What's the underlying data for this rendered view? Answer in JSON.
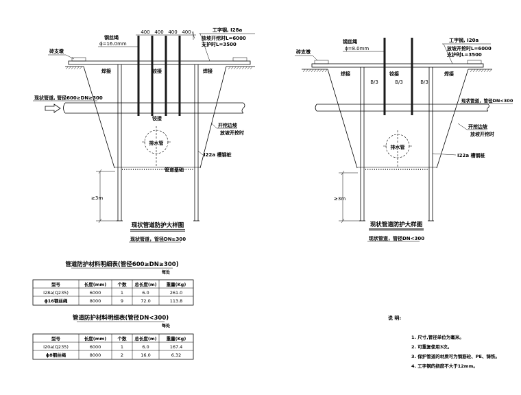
{
  "left": {
    "rope_label": "钢丝绳",
    "rope_dia": "ϕ=16.0mm",
    "dims": [
      "400",
      "400",
      "400",
      "400"
    ],
    "beam_label": "工字钢, Ⅰ28a",
    "beam_l1": "放坡开挖时L=6000",
    "beam_l2": "支护时L=3500",
    "pier": "砖支墩",
    "weld_left": "焊接",
    "hinge_top": "铰接",
    "weld_right": "焊接",
    "pipe_label": "现状管道, 管径600≥DN≥300",
    "hinge_bottom": "铰接",
    "slope1": "开挖边坡",
    "slope2": "放坡开挖时",
    "pile": "Ⅰ22a 槽钢桩",
    "drain": "排水管",
    "base": "管道基础",
    "depth": "≥3m",
    "title": "现状管道防护大样图",
    "subtitle": "现状管道，管径DN≥300"
  },
  "right": {
    "rope_label": "钢丝绳",
    "rope_dia": "ϕ=8.0mm",
    "beam_label": "工字钢, Ⅰ20a",
    "beam_l1": "放坡开挖时L=6000",
    "beam_l2": "支护时L=3500",
    "pier": "砖支墩",
    "weld_left": "焊接",
    "hinge_top": "铰接",
    "weld_right": "焊接",
    "spans": [
      "B/3",
      "B/3",
      "B/3"
    ],
    "pipe_label": "现状管道，管径DN<300",
    "slope1": "开挖边坡",
    "slope2": "放坡开挖时",
    "pile": "Ⅰ22a 槽钢桩",
    "drain": "排水管",
    "depth": "≥3m",
    "title": "现状管道防护大样图",
    "subtitle": "现状管道，管径DN<300"
  },
  "table1": {
    "title": "管道防护材料明细表(管径600≥DN≥300)",
    "unit": "每处",
    "headers": [
      "型号",
      "长度(mm)",
      "个数",
      "总长度(m)",
      "重量(Kg)"
    ],
    "rows": [
      [
        "Ⅰ28a(Q235)",
        "6000",
        "1",
        "6.0",
        "261.0"
      ],
      [
        "ϕ16钢丝绳",
        "8000",
        "9",
        "72.0",
        "113.8"
      ]
    ]
  },
  "table2": {
    "title": "管道防护材料明细表(管径DN<300)",
    "unit": "每处",
    "headers": [
      "型号",
      "长度(mm)",
      "个数",
      "总长度(m)",
      "重量(Kg)"
    ],
    "rows": [
      [
        "Ⅰ20a(Q235)",
        "6000",
        "1",
        "6.0",
        "167.4"
      ],
      [
        "ϕ8钢丝绳",
        "8000",
        "2",
        "16.0",
        "6.32"
      ]
    ]
  },
  "notes": {
    "heading": "说 明:",
    "items": [
      "1. 尺寸,管径单位为毫米。",
      "2. 可重复使用3次。",
      "3. 保护管道的材质可为钢筋砼、PE、铸铁。",
      "4. 工字钢的挠度不大于12mm。"
    ]
  }
}
